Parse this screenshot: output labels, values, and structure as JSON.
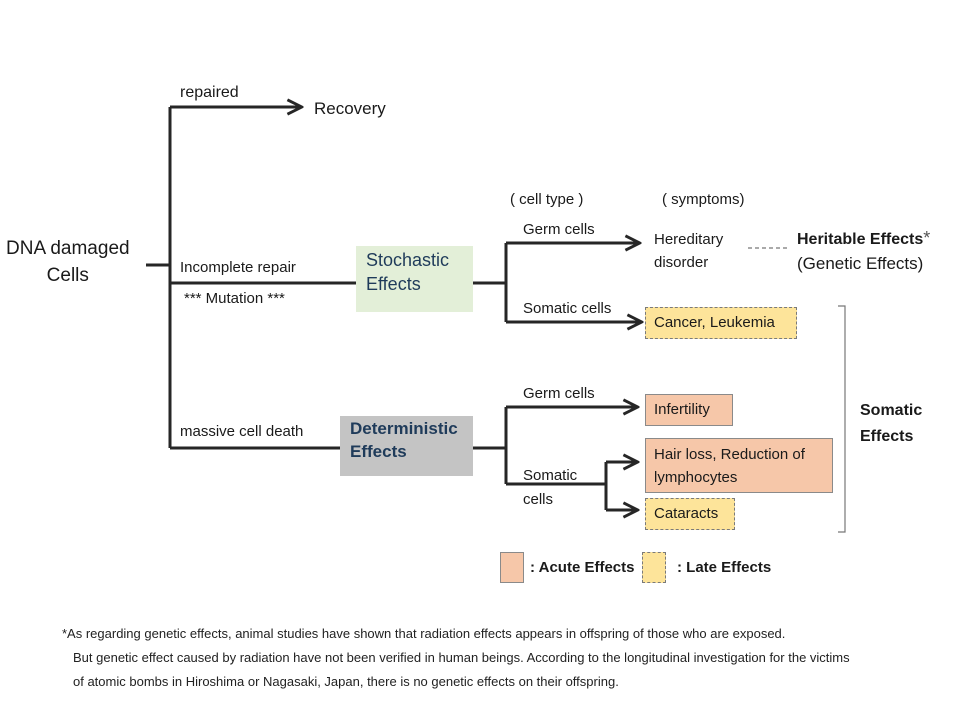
{
  "root": {
    "line1": "DNA damaged",
    "line2": "Cells"
  },
  "branches": {
    "repaired": "repaired",
    "recovery": "Recovery",
    "incomplete_repair": "Incomplete repair",
    "mutation": "*** Mutation ***",
    "massive_death": "massive cell death"
  },
  "effects": {
    "stochastic": {
      "line1": "Stochastic",
      "line2": "Effects"
    },
    "deterministic": {
      "line1": "Deterministic",
      "line2": "Effects"
    }
  },
  "headers": {
    "cell_type": "( cell type )",
    "symptoms": "( symptoms)"
  },
  "cells": {
    "germ1": "Germ cells",
    "somatic1": "Somatic cells",
    "germ2": "Germ cells",
    "somatic2_line1": "Somatic",
    "somatic2_line2": "cells"
  },
  "symptoms": {
    "hereditary_line1": "Hereditary",
    "hereditary_line2": "disorder",
    "cancer": "Cancer, Leukemia",
    "infertility": "Infertility",
    "hairloss_line1": "Hair loss, Reduction of",
    "hairloss_line2": "lymphocytes",
    "cataracts": "Cataracts"
  },
  "heritable": {
    "title": "Heritable Effects",
    "star": "*",
    "sub": "(Genetic Effects)"
  },
  "somatic_effects": {
    "line1": "Somatic",
    "line2": "Effects"
  },
  "legend": {
    "acute": ": Acute Effects",
    "late": ": Late Effects"
  },
  "footnote": {
    "line1": "*As regarding genetic effects, animal studies have shown that radiation effects appears in offspring of those who are exposed.",
    "line2": "But genetic effect caused by radiation have not been verified in human beings.  According to the longitudinal investigation for the victims",
    "line3": "of atomic bombs in Hiroshima or Nagasaki, Japan, there is no genetic effects on their offspring."
  },
  "colors": {
    "acute": "#f6c7a9",
    "late": "#fde49a",
    "stochastic": "#e3efd8",
    "deterministic": "#c4c4c4",
    "line": "#262626"
  }
}
